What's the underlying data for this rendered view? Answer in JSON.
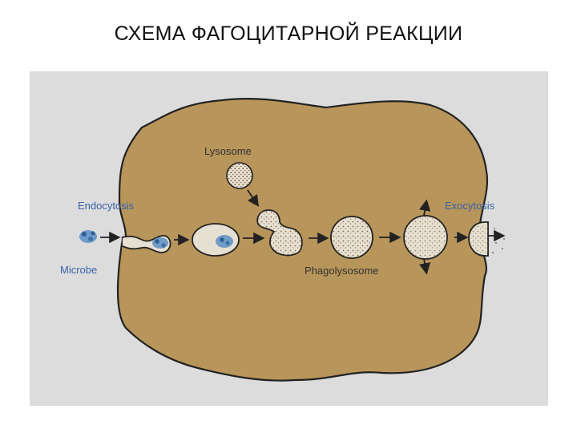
{
  "title": "СХЕМА ФАГОЦИТАРНОЙ РЕАКЦИИ",
  "colors": {
    "panel_background": "#dcdcdc",
    "cell_cytoplasm": "#b8955a",
    "cell_outline": "#222222",
    "vesicle_fill": "#e6e0d2",
    "granule_dots": "#8c6a4a",
    "microbe": "#5b8fc4",
    "label_blue": "#3a63a8",
    "label_dark": "#333333"
  },
  "labels": {
    "lysosome": "Lysosome",
    "endocytosis": "Endocytosis",
    "exocytosis": "Exocytosis",
    "microbe": "Microbe",
    "phagolysosome": "Phagolysosome"
  }
}
